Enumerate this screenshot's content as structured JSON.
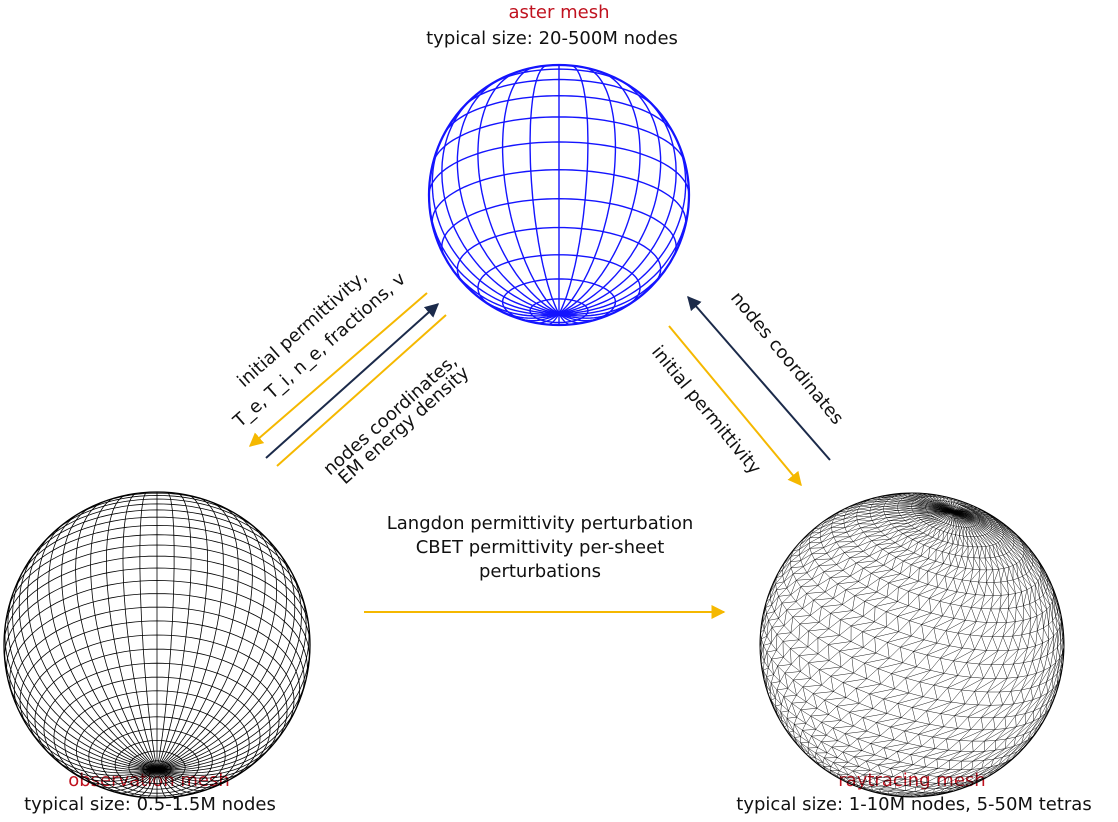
{
  "colors": {
    "mesh_name": "#c0121f",
    "aster_sphere": "#1414ff",
    "observation_sphere": "#000000",
    "raytracing_sphere": "#000000",
    "arrow_yellow": "#f5b800",
    "arrow_navy": "#1b2a4a"
  },
  "meshes": {
    "aster": {
      "name": "aster mesh",
      "size": "typical size: 20-500M nodes",
      "sphere_icon": "lat-long-sphere-icon"
    },
    "observation": {
      "name": "observation mesh",
      "size": "typical size: 0.5-1.5M nodes",
      "sphere_icon": "dense-lat-long-sphere-icon"
    },
    "raytracing": {
      "name": "raytracing mesh",
      "size": "typical size: 1-10M nodes, 5-50M tetras",
      "sphere_icon": "triangulated-sphere-icon"
    }
  },
  "links": {
    "aster_to_observation": {
      "line1": "initial permittivity,",
      "line2": "T_e, T_i, n_e, fractions, v"
    },
    "observation_to_aster": {
      "line1": "nodes coordinates,",
      "line2": "EM energy density"
    },
    "aster_to_raytracing": {
      "line1": "initial permittivity"
    },
    "raytracing_to_aster": {
      "line1": "nodes coordinates"
    },
    "observation_to_raytracing": {
      "line1": "Langdon permittivity perturbation",
      "line2": "CBET permittivity per-sheet",
      "line3": "perturbations"
    }
  }
}
